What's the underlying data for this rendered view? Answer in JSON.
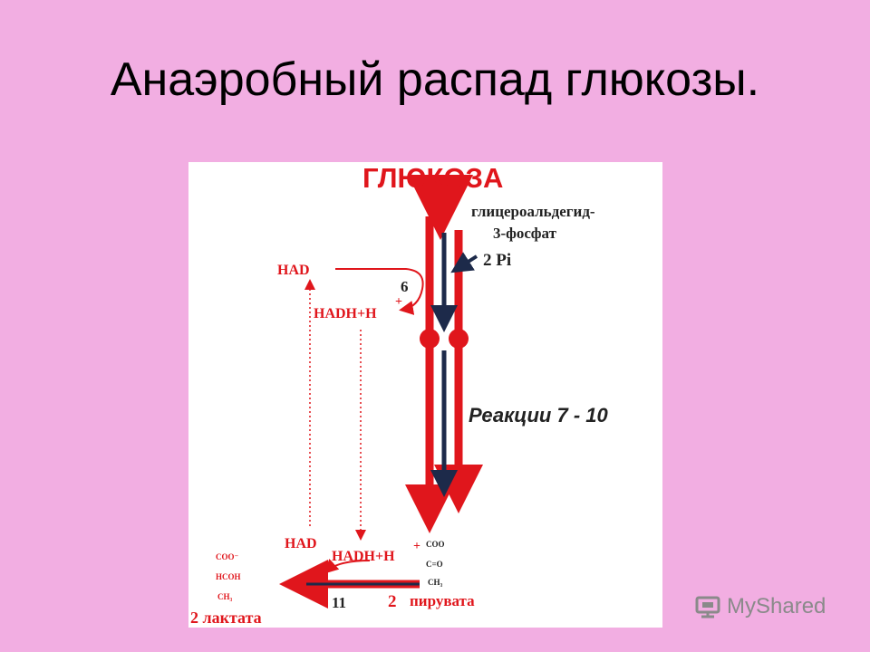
{
  "title": "Анаэробный распад глюкозы.",
  "diagram": {
    "glucose": "ГЛЮКОЗА",
    "gap_line1": "глицероальдегид-",
    "gap_line2": "3-фосфат",
    "pi": "2 Pi",
    "nad_top": "НАD",
    "num6": "6",
    "nadh_top": "НАDН+Н",
    "plus_top": "+",
    "reactions": "Реакции 7 - 10",
    "nad_bottom": "НАD",
    "nadh_bottom": "НАDН+Н",
    "plus_bottom": "+",
    "pyruvate_coo": "COO",
    "pyruvate_co": "C=O",
    "pyruvate_ch3": "CH₃",
    "lactate_coo": "COO⁻",
    "lactate_hcoh": "HCOH",
    "lactate_ch3": "CH₃",
    "num11": "11",
    "num2": "2",
    "pyruvate_label": "пирувата",
    "lactate_label": "2 лактата"
  },
  "watermark": {
    "text": "MyShared",
    "icon": "myshared-logo-icon"
  },
  "colors": {
    "background": "#f2aee2",
    "arrow_red": "#e0161c",
    "arrow_dark": "#1d2a4a"
  }
}
